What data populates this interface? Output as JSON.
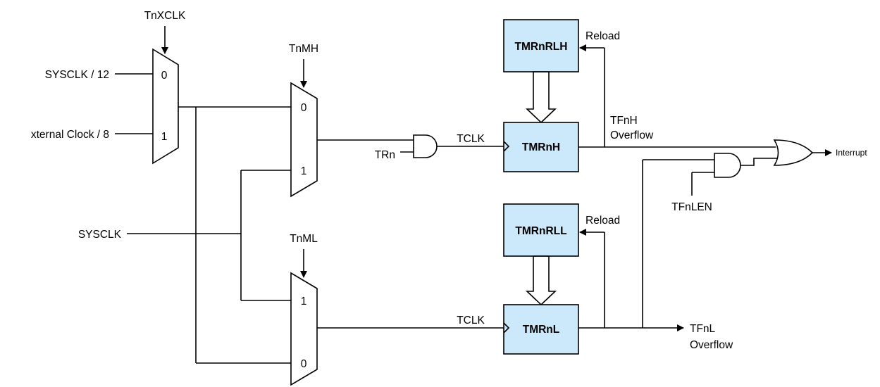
{
  "colors": {
    "register_fill": "#cce9fb",
    "line": "#000000",
    "background": "#ffffff"
  },
  "signals": {
    "tnxclk": "TnXCLK",
    "sysclk_div12": "SYSCLK / 12",
    "external_clock_div8": "xternal Clock / 8",
    "tnmh": "TnMH",
    "tnml": "TnML",
    "sysclk": "SYSCLK",
    "trn": "TRn",
    "tclk_high": "TCLK",
    "tclk_low": "TCLK",
    "tfnlen": "TFnLEN",
    "interrupt": "Interrupt"
  },
  "mux_inputs": {
    "clock_mux_0": "0",
    "clock_mux_1": "1",
    "high_mux_0": "0",
    "high_mux_1": "1",
    "low_mux_1": "1",
    "low_mux_0": "0"
  },
  "registers": {
    "reload_high": "TMRnRLH",
    "counter_high": "TMRnH",
    "reload_low": "TMRnRLL",
    "counter_low": "TMRnL"
  },
  "annotations": {
    "reload_high": "Reload",
    "reload_low": "Reload",
    "tfnh_line1": "TFnH",
    "tfnh_line2": "Overflow",
    "tfnl_line1": "TFnL",
    "tfnl_line2": "Overflow"
  }
}
